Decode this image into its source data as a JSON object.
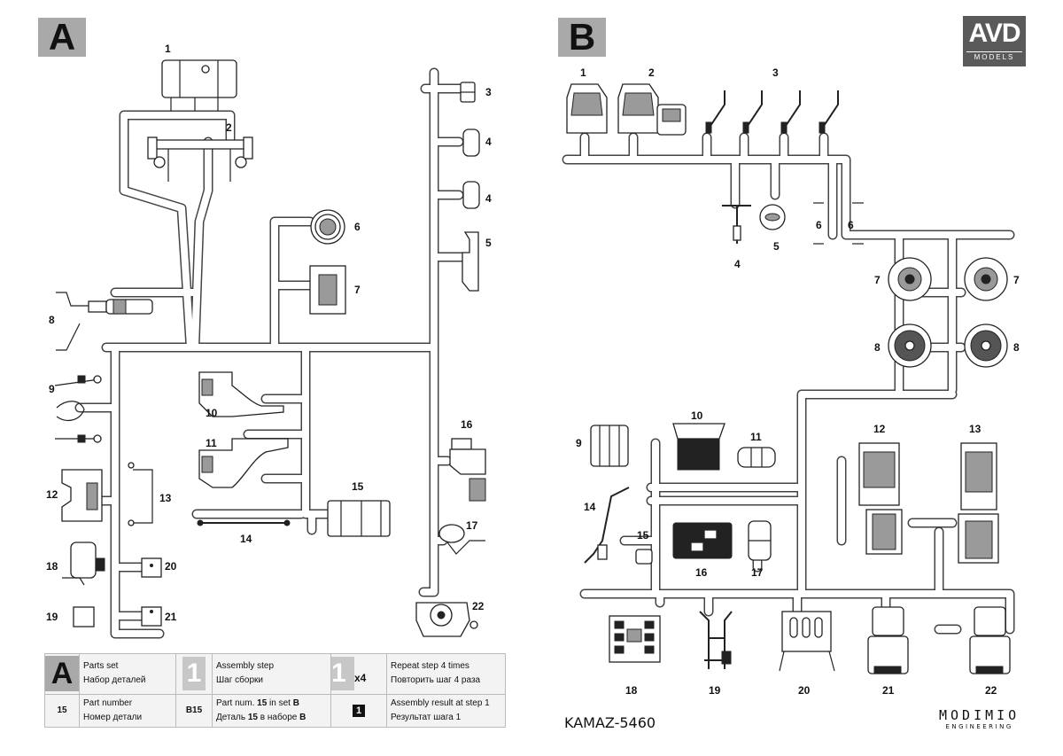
{
  "sets": {
    "a": {
      "letter": "A"
    },
    "b": {
      "letter": "B"
    }
  },
  "brand_logo": {
    "name": "AVD",
    "sub": "MODELS"
  },
  "sprue_a_labels": {
    "p1": "1",
    "p2": "2",
    "p3": "3",
    "p4a": "4",
    "p4b": "4",
    "p5": "5",
    "p6": "6",
    "p7": "7",
    "p8": "8",
    "p9": "9",
    "p10": "10",
    "p11": "11",
    "p12": "12",
    "p13": "13",
    "p14": "14",
    "p15": "15",
    "p16": "16",
    "p17": "17",
    "p18": "18",
    "p19": "19",
    "p20": "20",
    "p21": "21",
    "p22": "22"
  },
  "sprue_b_labels": {
    "p1": "1",
    "p2": "2",
    "p3": "3",
    "p4": "4",
    "p5": "5",
    "p6a": "6",
    "p6b": "6",
    "p7a": "7",
    "p7b": "7",
    "p8a": "8",
    "p8b": "8",
    "p9": "9",
    "p10": "10",
    "p11": "11",
    "p12": "12",
    "p13": "13",
    "p14": "14",
    "p15": "15",
    "p16": "16",
    "p17": "17",
    "p18": "18",
    "p19": "19",
    "p20": "20",
    "p21": "21",
    "p22": "22"
  },
  "legend": {
    "parts_set": {
      "symbol": "A",
      "en": "Parts set",
      "ru": "Набор деталей"
    },
    "assembly_step": {
      "symbol": "1",
      "en": "Assembly step",
      "ru": "Шаг сборки"
    },
    "repeat": {
      "symbol": "1",
      "mult": "x4",
      "en": "Repeat step 4 times",
      "ru": "Повторить шаг 4 раза"
    },
    "part_number": {
      "symbol": "15",
      "en": "Part number",
      "ru": "Номер детали"
    },
    "part_in_set": {
      "symbol": "B15",
      "en_pre": "Part num. ",
      "en_num": "15",
      "en_mid": " in set ",
      "en_set": "B",
      "ru_pre": "Деталь ",
      "ru_num": "15",
      "ru_mid": " в наборе ",
      "ru_set": "B"
    },
    "result": {
      "symbol": "1",
      "en": "Assembly result at step 1",
      "ru": "Результат шага 1"
    }
  },
  "model_name": "KAMAZ-5460",
  "maker": {
    "name": "MODIMIO",
    "sub": "ENGINEERING"
  },
  "colors": {
    "badge": "#a9a9a9",
    "logo_bg": "#5a5a5a",
    "sprue": "#444444"
  }
}
